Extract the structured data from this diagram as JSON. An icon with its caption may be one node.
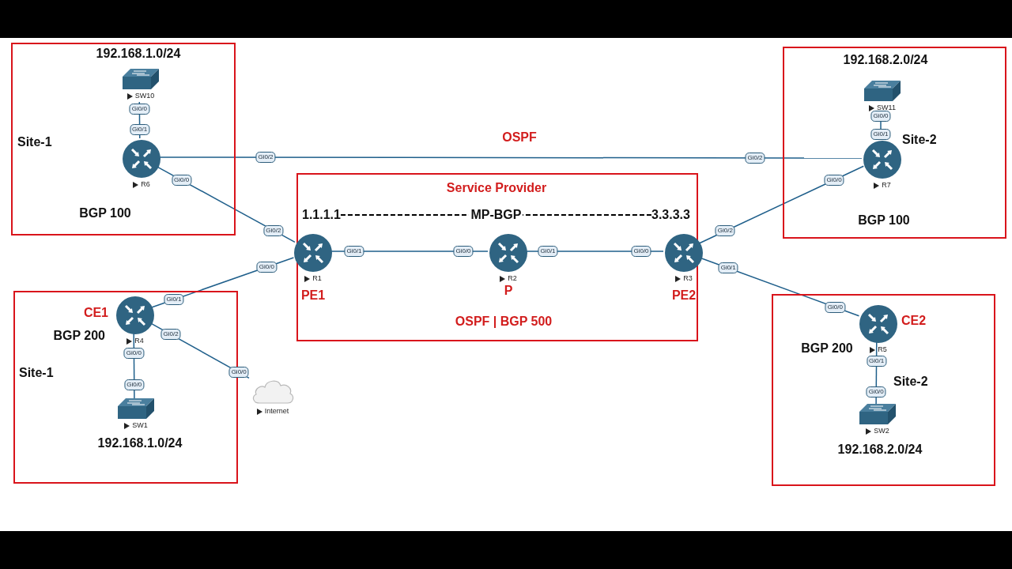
{
  "diagram": {
    "nodes": [
      {
        "text": [
          "192.168.1.0/24",
          "Site-1",
          "BGP 100"
        ]
      },
      {
        "text": [
          "SW10"
        ],
        "in": 0
      },
      {
        "text": [
          "R6"
        ],
        "in": 0
      },
      {
        "text": [
          "192.168.2.0/24",
          "Site-2",
          "BGP 100"
        ]
      },
      {
        "text": [
          "SW11"
        ],
        "in": 3
      },
      {
        "text": [
          "R7"
        ],
        "in": 3
      },
      {
        "text": [
          "Service Provider",
          "OSPF | BGP 500"
        ]
      },
      {
        "text": [
          "R1"
        ],
        "in": 6,
        "beside": [
          "PE1"
        ]
      },
      {
        "text": [
          "R2"
        ],
        "in": 6,
        "beside": [
          "P"
        ]
      },
      {
        "text": [
          "R3"
        ],
        "in": 6,
        "beside": [
          "PE2"
        ]
      },
      {
        "text": [
          "1.1.1.1"
        ],
        "in": 6
      },
      {
        "text": [
          "3.3.3.3"
        ],
        "in": 6
      },
      {
        "text": [
          "BGP 200",
          "Site-1",
          "192.168.1.0/24"
        ]
      },
      {
        "text": [
          "R4"
        ],
        "in": 12,
        "beside": [
          "CE1"
        ]
      },
      {
        "text": [
          "SW1"
        ],
        "in": 12
      },
      {
        "text": [
          "Internet"
        ]
      },
      {
        "text": [
          "BGP 200",
          "Site-2",
          "192.168.2.0/24"
        ]
      },
      {
        "text": [
          "R5"
        ],
        "in": 16,
        "beside": [
          "CE2"
        ]
      },
      {
        "text": [
          "SW2"
        ],
        "in": 16
      }
    ],
    "edges": [
      {
        "from": 1,
        "to": 2,
        "arrow": "none"
      },
      {
        "from": 2,
        "to": 5,
        "arrow": "none",
        "label": "OSPF"
      },
      {
        "from": 2,
        "to": 7,
        "arrow": "none"
      },
      {
        "from": 4,
        "to": 5,
        "arrow": "none"
      },
      {
        "from": 5,
        "to": 9,
        "arrow": "none"
      },
      {
        "from": 7,
        "to": 8,
        "arrow": "none"
      },
      {
        "from": 8,
        "to": 9,
        "arrow": "none"
      },
      {
        "from": 10,
        "to": 11,
        "arrow": "none",
        "label": "MP-BGP",
        "style": "dashed",
        "color": "#000000"
      },
      {
        "from": 13,
        "to": 7,
        "arrow": "none"
      },
      {
        "from": 13,
        "to": 14,
        "arrow": "none"
      },
      {
        "from": 13,
        "to": 15,
        "arrow": "none"
      },
      {
        "from": 9,
        "to": 17,
        "arrow": "none"
      },
      {
        "from": 17,
        "to": 18,
        "arrow": "none"
      }
    ],
    "labels": [
      "Gi0/0",
      "Gi0/1",
      "Gi0/2",
      "Gi0/2",
      "Gi0/0",
      "Gi0/2",
      "Gi0/0",
      "Gi0/1",
      "Gi0/0",
      "Gi0/2",
      "Gi0/1",
      "Gi0/0",
      "Gi0/1",
      "Gi0/0",
      "Gi0/1",
      "Gi0/0",
      "Gi0/0",
      "Gi0/0",
      "Gi0/2",
      "Gi0/0",
      "Gi0/1",
      "Gi0/0",
      "Gi0/1",
      "Gi0/0"
    ]
  }
}
